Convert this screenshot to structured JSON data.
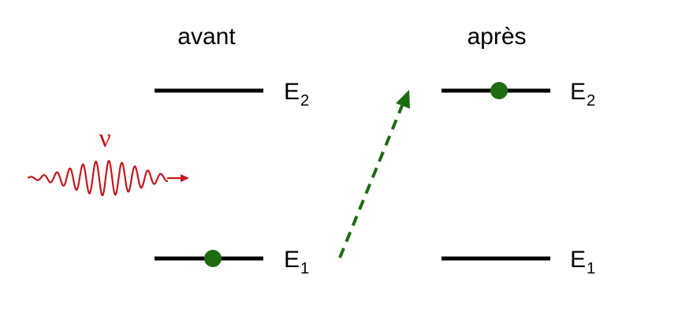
{
  "panels": {
    "before": {
      "title": "avant",
      "upper_level": {
        "symbol": "E",
        "subscript": "2"
      },
      "lower_level": {
        "symbol": "E",
        "subscript": "1"
      }
    },
    "after": {
      "title": "après",
      "upper_level": {
        "symbol": "E",
        "subscript": "2"
      },
      "lower_level": {
        "symbol": "E",
        "subscript": "1"
      }
    }
  },
  "photon": {
    "label": "ν"
  },
  "colors": {
    "level_line": "#000000",
    "electron": "#1e6b12",
    "photon_wave": "#c4171c",
    "transition_arrow": "#1e6b12"
  }
}
